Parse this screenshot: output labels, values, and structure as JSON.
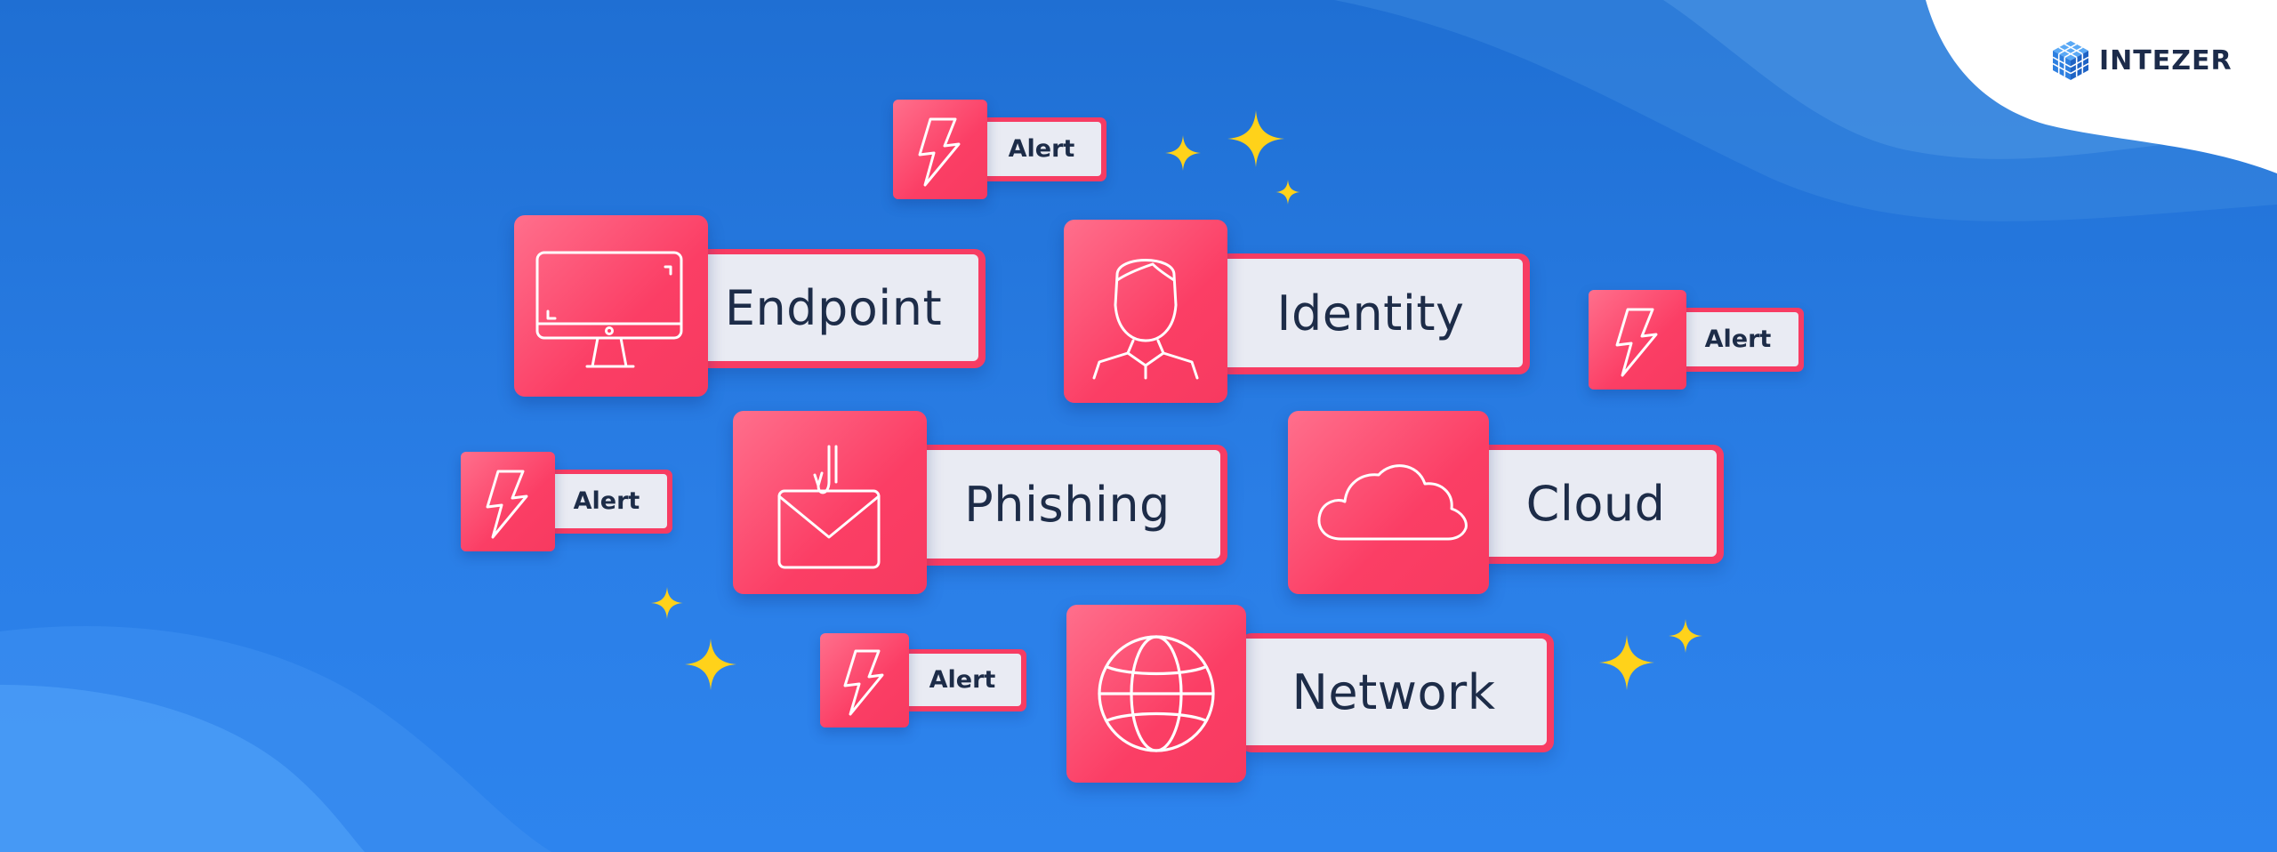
{
  "brand": {
    "name": "INTEZER",
    "logo_icon": "cube-grid-icon"
  },
  "categories": [
    {
      "label": "Endpoint",
      "icon": "monitor-icon"
    },
    {
      "label": "Identity",
      "icon": "user-icon"
    },
    {
      "label": "Phishing",
      "icon": "envelope-hook-icon"
    },
    {
      "label": "Cloud",
      "icon": "cloud-icon"
    },
    {
      "label": "Network",
      "icon": "globe-icon"
    }
  ],
  "alerts": [
    {
      "label": "Alert",
      "icon": "lightning-bolt-icon"
    },
    {
      "label": "Alert",
      "icon": "lightning-bolt-icon"
    },
    {
      "label": "Alert",
      "icon": "lightning-bolt-icon"
    },
    {
      "label": "Alert",
      "icon": "lightning-bolt-icon"
    }
  ],
  "colors": {
    "background": "#2a7ee6",
    "accent": "#f73c63",
    "label_fill": "#e9ebf3",
    "text": "#1d2c48",
    "sparkle": "#ffd21a"
  }
}
